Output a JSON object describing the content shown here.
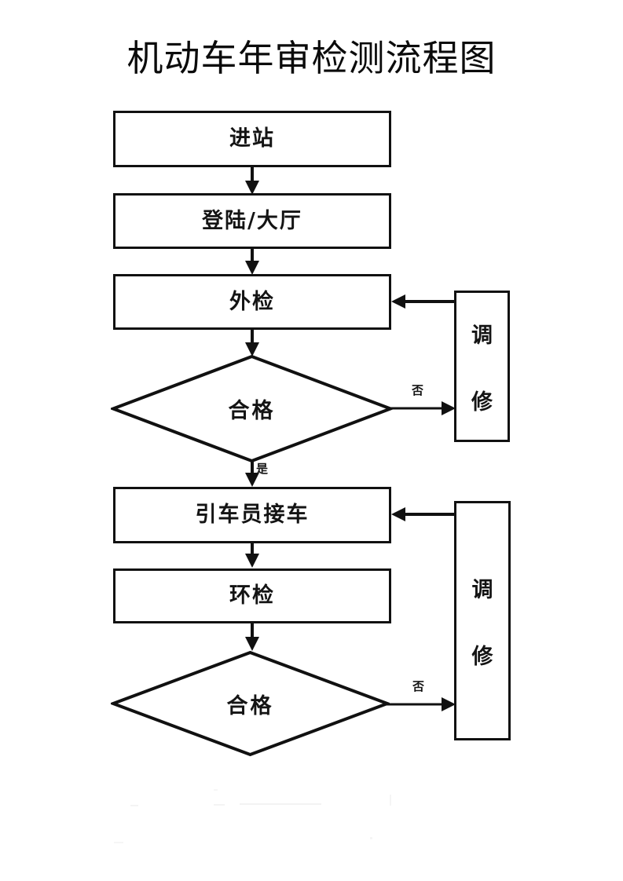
{
  "document": {
    "title": "机动车年审检测流程图",
    "background_color": "#ffffff",
    "line_color": "#111111",
    "text_color": "#141414"
  },
  "flowchart": {
    "type": "flowchart",
    "orientation": "top-to-bottom",
    "nodes": [
      {
        "id": "n1",
        "shape": "rectangle",
        "label": "进站"
      },
      {
        "id": "n2",
        "shape": "rectangle",
        "label": "登陆/大厅"
      },
      {
        "id": "n3",
        "shape": "rectangle",
        "label": "外检"
      },
      {
        "id": "n4",
        "shape": "diamond",
        "label": "合格"
      },
      {
        "id": "n5",
        "shape": "rectangle",
        "label": "引车员接车"
      },
      {
        "id": "n6",
        "shape": "rectangle",
        "label": "环检"
      },
      {
        "id": "n7",
        "shape": "diamond",
        "label": "合格"
      },
      {
        "id": "r1",
        "shape": "rectangle-vertical",
        "label_chars": [
          "调",
          "修"
        ],
        "label": "调修"
      },
      {
        "id": "r2",
        "shape": "rectangle-vertical",
        "label_chars": [
          "调",
          "修"
        ],
        "label": "调修"
      }
    ],
    "edges": [
      {
        "from": "n1",
        "to": "n2",
        "label": ""
      },
      {
        "from": "n2",
        "to": "n3",
        "label": ""
      },
      {
        "from": "n3",
        "to": "n4",
        "label": ""
      },
      {
        "from": "n4",
        "to": "r1",
        "label": "否"
      },
      {
        "from": "r1",
        "to": "n3",
        "label": ""
      },
      {
        "from": "n4",
        "to": "n5",
        "label": "是"
      },
      {
        "from": "n5",
        "to": "n6",
        "label": ""
      },
      {
        "from": "n6",
        "to": "n7",
        "label": ""
      },
      {
        "from": "n7",
        "to": "r2",
        "label": "否"
      },
      {
        "from": "r2",
        "to": "n5",
        "label": ""
      }
    ]
  },
  "labels": {
    "no_1": "否",
    "no_2": "否",
    "yes_1": "是"
  }
}
